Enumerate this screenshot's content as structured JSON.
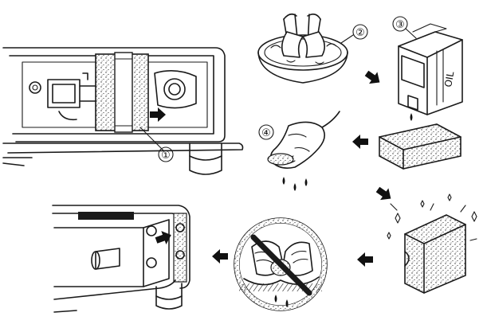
{
  "steps": [
    {
      "number": "①"
    },
    {
      "number": "②"
    },
    {
      "number": "③"
    },
    {
      "number": "④"
    }
  ],
  "bottle_label": "OIL",
  "icons": {
    "arrow": "black-arrow-icon",
    "prohibited": "prohibited-circle-icon",
    "sparkle": "sparkle-icon",
    "drop": "drop-icon"
  },
  "colors": {
    "ink": "#1a1a1a",
    "background": "#ffffff"
  }
}
